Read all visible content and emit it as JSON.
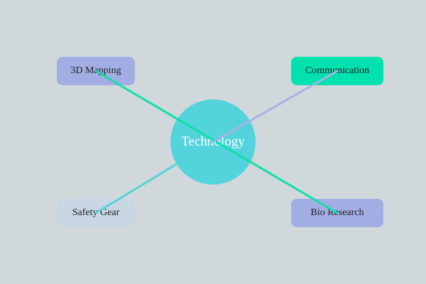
{
  "diagram": {
    "center": {
      "label": "Technology",
      "color": "#53d4dc"
    },
    "nodes": [
      {
        "id": "tl",
        "label": "3D Mapping",
        "color": "#a2aee3"
      },
      {
        "id": "tr",
        "label": "Communication",
        "color": "#00e1b0"
      },
      {
        "id": "bl",
        "label": "Safety Gear",
        "color": "#c9d6e3"
      },
      {
        "id": "br",
        "label": "Bio Research",
        "color": "#a2aee3"
      }
    ],
    "links": [
      {
        "from": "tl",
        "to": "br",
        "color": "#11dfa6"
      },
      {
        "from": "tr",
        "to": "center",
        "color": "#a8b3e5"
      },
      {
        "from": "bl",
        "to": "center",
        "color": "#56d4d6"
      }
    ]
  }
}
